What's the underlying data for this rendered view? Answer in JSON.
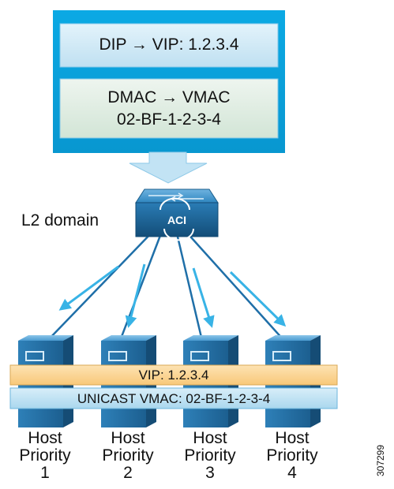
{
  "packet": {
    "ip_rewrite": "DIP → VIP: 1.2.3.4",
    "mac_rewrite_line1": "DMAC → VMAC",
    "mac_rewrite_line2": "02-BF-1-2-3-4"
  },
  "switch": {
    "label": "L2 domain",
    "logo_text": "ACI",
    "icon": "aci-switch-icon"
  },
  "vip_bar": "VIP: 1.2.3.4",
  "vmac_bar": "UNICAST VMAC: 02-BF-1-2-3-4",
  "hosts": [
    {
      "line1": "Host",
      "line2": "Priority",
      "priority": "1"
    },
    {
      "line1": "Host",
      "line2": "Priority",
      "priority": "2"
    },
    {
      "line1": "Host",
      "line2": "Priority",
      "priority": "3"
    },
    {
      "line1": "Host",
      "line2": "Priority",
      "priority": "4"
    }
  ],
  "figure_id": "307299",
  "colors": {
    "packet_border": "#0aa6e0",
    "packet_ip_fill": "#cfe9f6",
    "packet_mac_fill": "#e1eee4",
    "arrow_fill": "#c2e3f4",
    "link_dark": "#1f6fa8",
    "link_light": "#38b3e6",
    "vip_bar": "#fbd79a",
    "vmac_bar": "#bfe2f4",
    "server_dark": "#1b5e8c",
    "server_mid": "#2f86bf"
  }
}
